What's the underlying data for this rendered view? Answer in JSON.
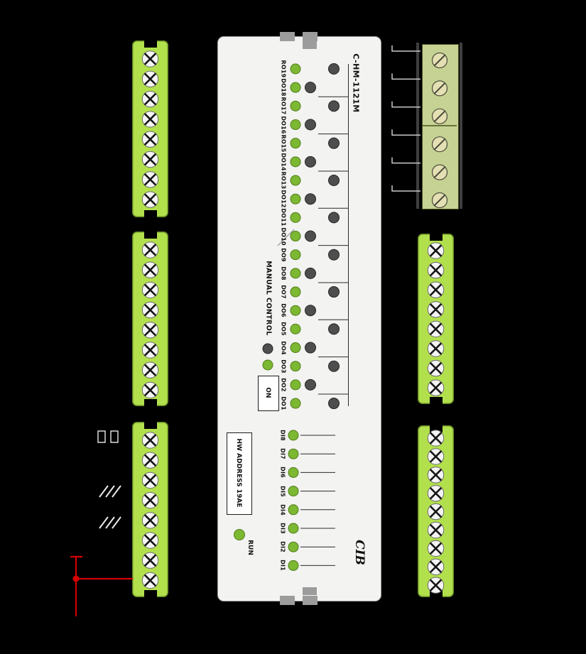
{
  "device": {
    "model": "C-HM-1121M",
    "run_label": "RUN",
    "on_label": "ON",
    "manual_control_label": "MANUAL CONTROL",
    "hw_address_label": "HW ADDRESS 19AE",
    "logo_text": "CIB",
    "output_labels": [
      "RO19",
      "DO18",
      "RO17",
      "DO16",
      "RO15",
      "DO14",
      "RO13",
      "DO12",
      "DO11",
      "DO10",
      "DO9",
      "DO8",
      "DO7",
      "DO6",
      "DO5",
      "DO4",
      "DO3",
      "DO2",
      "DO1"
    ],
    "input_labels": [
      "DI8",
      "DI7",
      "DI6",
      "DI5",
      "DI4",
      "DI3",
      "DI2",
      "DI1"
    ]
  },
  "colors": {
    "background": "#000000",
    "module_body": "#f3f3f1",
    "module_border": "#9a9a9a",
    "din_gray": "#9c9c9c",
    "terminal_green": "#b2e04c",
    "screw_face": "#f4f4f4",
    "led_green": "#7cb832",
    "button_dark": "#4e4e4e",
    "olive_block": "#c6d293",
    "olive_screw": "#e4e0b4",
    "wire_red": "#d40000",
    "line_light": "#c9c9c9"
  }
}
